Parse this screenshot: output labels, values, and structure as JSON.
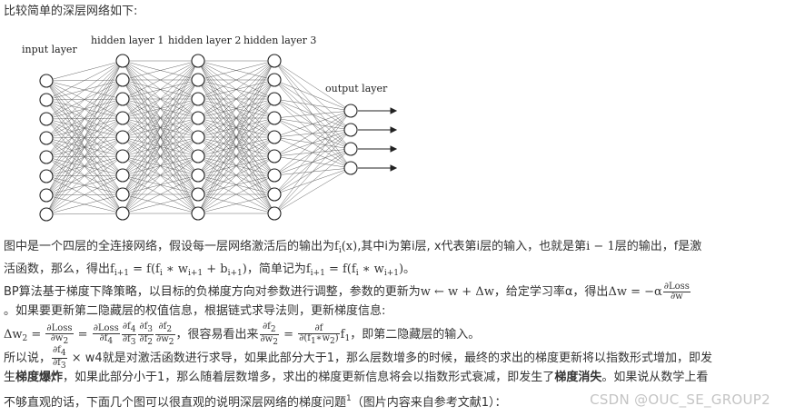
{
  "intro": "比较简单的深层网络如下:",
  "figure": {
    "labels": [
      "input layer",
      "hidden layer 1",
      "hidden layer 2",
      "hidden layer 3",
      "output layer"
    ],
    "layer_sizes": [
      8,
      9,
      9,
      9,
      4
    ]
  },
  "p1": {
    "a": "图中是一个四层的全连接网络，假设每一层网络激活后的输出为",
    "b": ",其中i为第i层, x代表第i层的输入，也就是第",
    "c": "层的输出，f是激",
    "d": "活函数，那么，得出",
    "e": "，简单记为",
    "f": "。"
  },
  "p2": {
    "a": "BP算法基于梯度下降策略，以目标的负梯度方向对参数进行调整，参数的更新为",
    "b": "，给定学习率α，得出",
    "c": "。如果要更新第二隐藏层的权值信息，根据链式求导法则，更新梯度信息:",
    "d": "，很容易看出来",
    "e": "，即第二隐藏层的输入。"
  },
  "p3": {
    "a": "所以说，",
    "b": "w4就是对激活函数进行求导，如果此部分大于1，那么层数增多的时候，最终的求出的梯度更新将以指数形式增加，即发",
    "c": "生",
    "bold1": "梯度爆炸",
    "d": "，如果此部分小于1，那么随着层数增多，求出的梯度更新信息将会以指数形式衰减，即发生了",
    "bold2": "梯度消失",
    "e": "。如果说从数学上看",
    "f": "不够直观的话，下面几个图可以很直观的说明深层网络的梯度问题",
    "sup": "1",
    "g": "（图片内容来自参考文献1）："
  },
  "watermark": "CSDN @OUC_SE_GROUP2"
}
